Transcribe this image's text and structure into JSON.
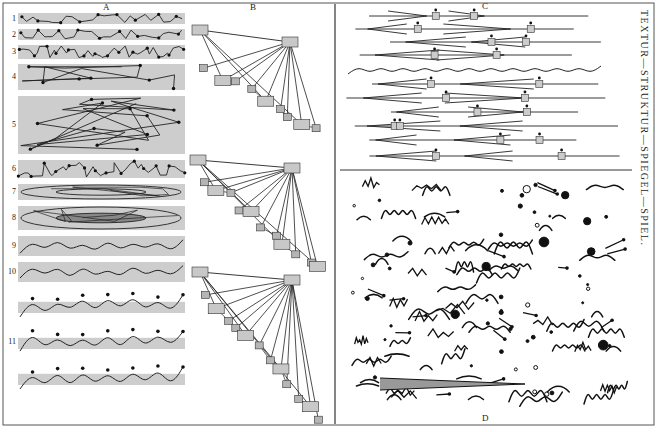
{
  "diagram": {
    "title": "TEXTUR—STRUKTUR—SPIEGEL—SPIEL.",
    "labels": [
      "A",
      "B",
      "C",
      "D",
      "1",
      "2",
      "3",
      "4",
      "5",
      "6",
      "7",
      "8",
      "9",
      "10",
      "11"
    ]
  }
}
